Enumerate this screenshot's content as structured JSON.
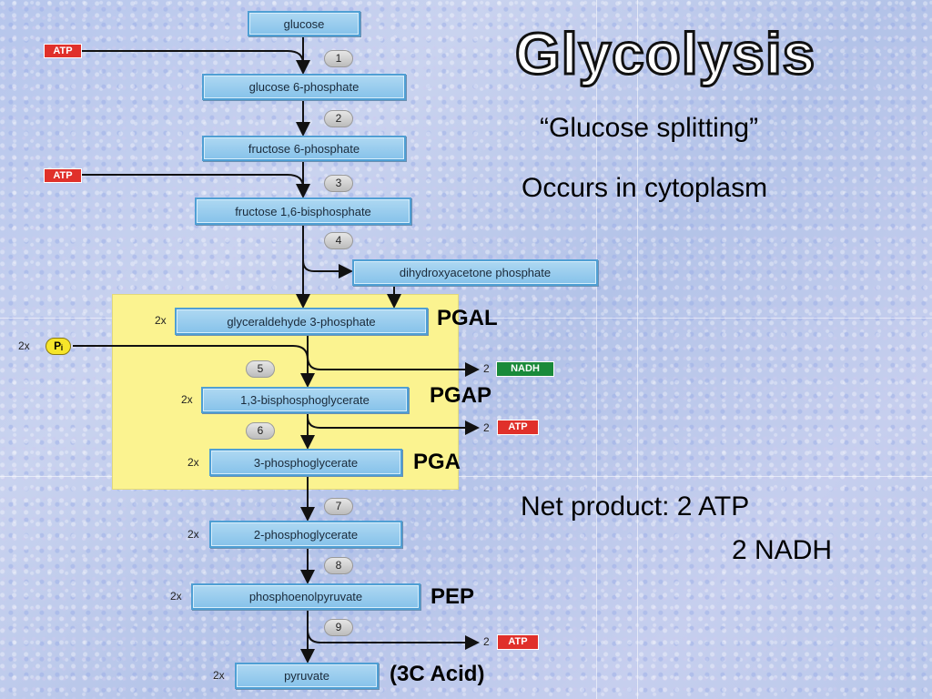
{
  "title": "Glycolysis",
  "subtitle": "“Glucose splitting”",
  "location": "Occurs in cytoplasm",
  "net_product_line1": "Net product: 2 ATP",
  "net_product_line2": "2 NADH",
  "molecules": {
    "glucose": "glucose",
    "g6p": "glucose 6-phosphate",
    "f6p": "fructose 6-phosphate",
    "f16bp": "fructose 1,6-bisphosphate",
    "dhap": "dihydroxyacetone phosphate",
    "g3p": "glyceraldehyde 3-phosphate",
    "bpg13": "1,3-bisphosphoglycerate",
    "pg3": "3-phosphoglycerate",
    "pg2": "2-phosphoglycerate",
    "pep": "phosphoenolpyruvate",
    "pyruvate": "pyruvate"
  },
  "steps": [
    "1",
    "2",
    "3",
    "4",
    "5",
    "6",
    "7",
    "8",
    "9"
  ],
  "multiplier": "2x",
  "pi_label": "Pᵢ",
  "atp": "ATP",
  "nadh": "NADH",
  "yield_count": "2",
  "abbreviations": {
    "pgal": "PGAL",
    "pgap": "PGAP",
    "pga": "PGA",
    "pep": "PEP",
    "c3": "(3C Acid)"
  },
  "colors": {
    "highlight": "#fbf390",
    "box": "#86c2ea",
    "atp_tag": "#e0302a",
    "nadh_tag": "#1a8a3a",
    "pi_circle": "#f6e52a"
  }
}
